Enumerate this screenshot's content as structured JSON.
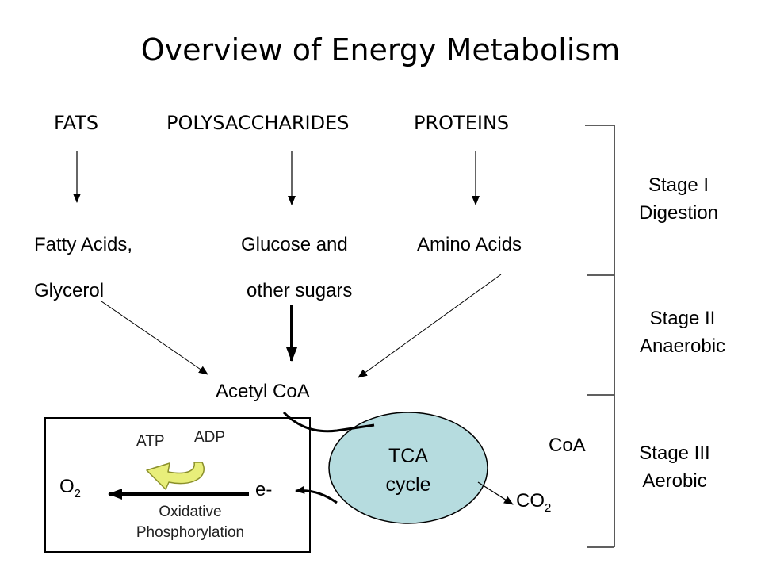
{
  "title": "Overview of Energy Metabolism",
  "sources": {
    "fats": "FATS",
    "polysaccharides": "POLYSACCHARIDES",
    "proteins": "PROTEINS"
  },
  "products": {
    "fatty_acids_line1": "Fatty Acids,",
    "fatty_acids_line2": "Glycerol",
    "glucose_line1": "Glucose and",
    "glucose_line2": "other sugars",
    "amino_acids": "Amino Acids"
  },
  "acetyl_coa": "Acetyl CoA",
  "tca": {
    "line1": "TCA",
    "line2": "cycle"
  },
  "coa": "CoA",
  "co2": {
    "base": "CO",
    "sub": "2"
  },
  "oxphos": {
    "atp": "ATP",
    "adp": "ADP",
    "o2_base": "O",
    "o2_sub": "2",
    "electron": "e-",
    "label_line1": "Oxidative",
    "label_line2": "Phosphorylation"
  },
  "stages": [
    {
      "line1": "Stage I",
      "line2": "Digestion"
    },
    {
      "line1": "Stage II",
      "line2": "Anaerobic"
    },
    {
      "line1": "Stage III",
      "line2": "Aerobic"
    }
  ],
  "colors": {
    "tca_fill": "#b6dcdf",
    "atp_arrow": "#e8ee7a",
    "line": "#000000"
  }
}
